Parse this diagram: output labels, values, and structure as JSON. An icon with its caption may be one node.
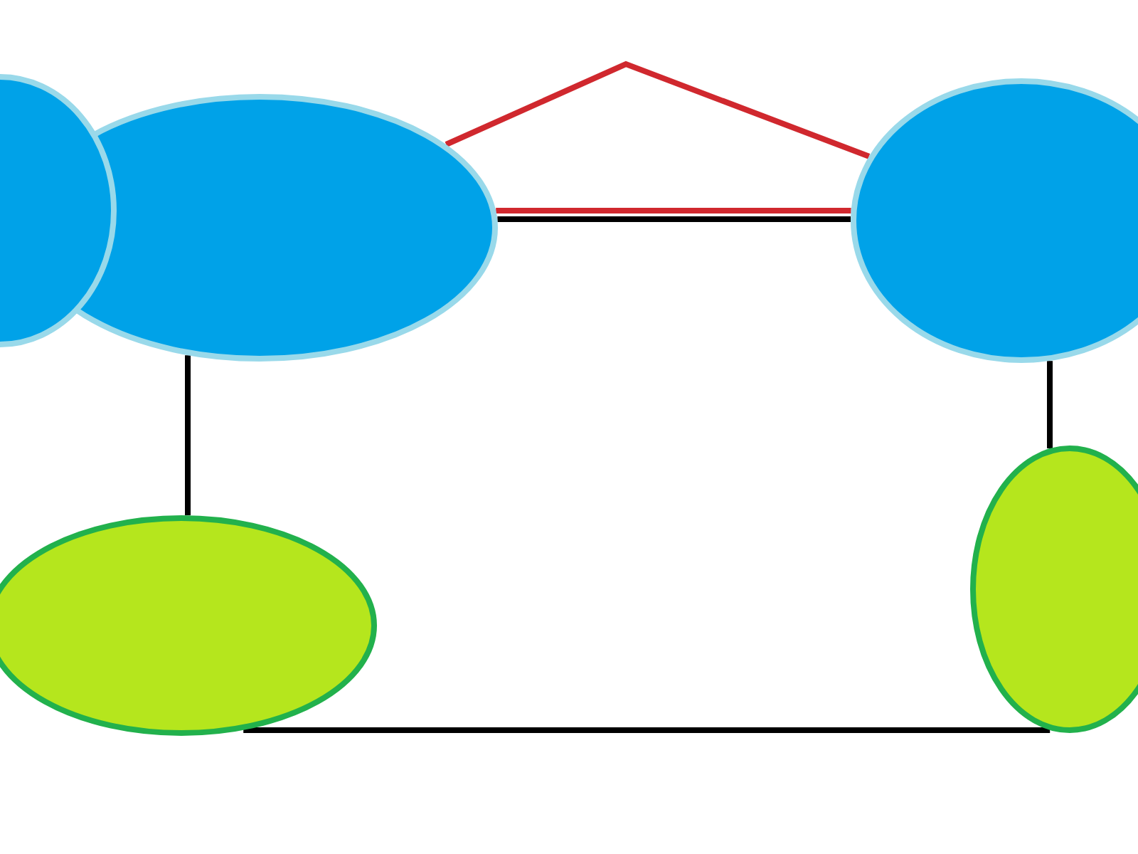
{
  "diagram": {
    "nodes": [
      {
        "text": [],
        "shape": "ellipse"
      },
      {
        "text": [],
        "shape": "ellipse"
      },
      {
        "text": [],
        "shape": "ellipse"
      },
      {
        "text": [],
        "shape": "ellipse"
      },
      {
        "text": [],
        "shape": "ellipse"
      }
    ],
    "edges": [
      {
        "from": 1,
        "to": 2,
        "arrow": "none",
        "color": "#d0282e"
      },
      {
        "from": 1,
        "to": 2,
        "arrow": "none",
        "color": "#d0282e"
      },
      {
        "from": 1,
        "to": 2,
        "arrow": "none"
      },
      {
        "from": 1,
        "to": 3,
        "arrow": "none"
      },
      {
        "from": 2,
        "to": 4,
        "arrow": "none"
      },
      {
        "from": 3,
        "to": 4,
        "arrow": "none"
      }
    ]
  }
}
